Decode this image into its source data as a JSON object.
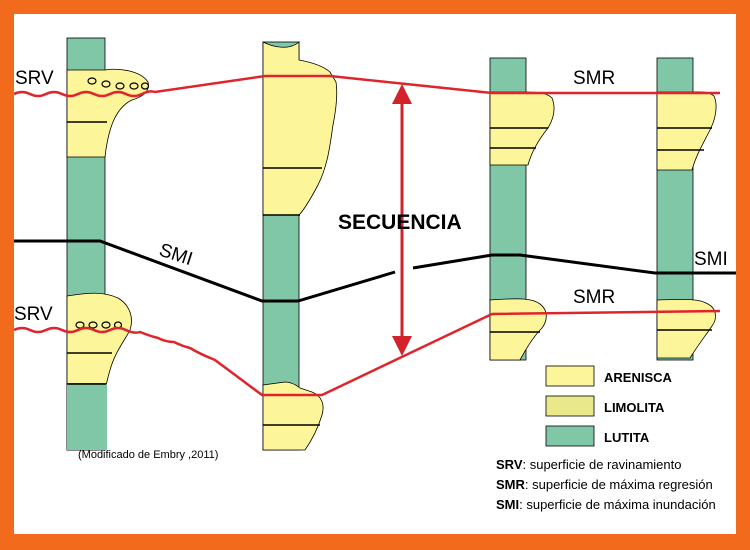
{
  "labels": {
    "srv_top": "SRV",
    "srv_bottom": "SRV",
    "smr_top": "SMR",
    "smr_bottom": "SMR",
    "smi_left": "SMI",
    "smi_right": "SMI",
    "secuencia": "SECUENCIA"
  },
  "legend": [
    {
      "label": "ARENISCA",
      "color": "#fdf59a"
    },
    {
      "label": "LIMOLITA",
      "color": "#e9e98c"
    },
    {
      "label": "LUTITA",
      "color": "#7fc7a6"
    }
  ],
  "caption": "(Modificado de Embry ,2011)",
  "definitions": [
    {
      "abbr": "SRV",
      "text": ": superficie de ravinamiento"
    },
    {
      "abbr": "SMR",
      "text": ": superficie de máxima regresión"
    },
    {
      "abbr": "SMI",
      "text": ": superficie de máxima inundación"
    }
  ],
  "colors": {
    "frame": "#f26a1b",
    "sand": "#fdf59a",
    "silt": "#e9e98c",
    "shale": "#7fc7a6",
    "surface_red": "#e0242c",
    "arrow_red": "#d2222a",
    "smi_black": "#000000"
  }
}
